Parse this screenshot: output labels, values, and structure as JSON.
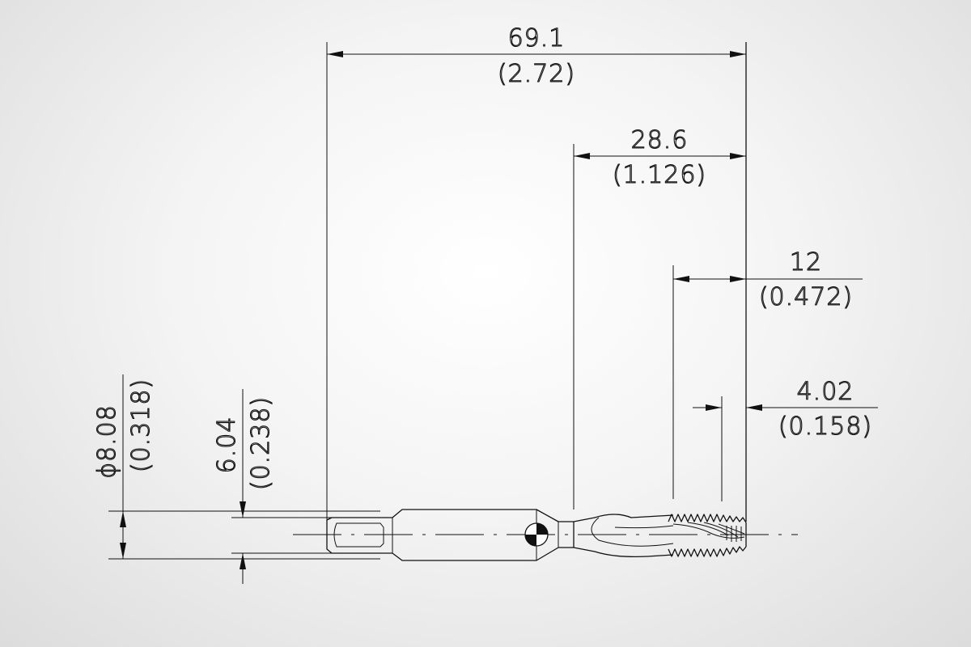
{
  "dimensions": {
    "overall_length": {
      "metric": "69.1",
      "imperial": "(2.72)"
    },
    "shank_to_tip": {
      "metric": "28.6",
      "imperial": "(1.126)"
    },
    "thread_length": {
      "metric": "12",
      "imperial": "(0.472)"
    },
    "chamfer_length": {
      "metric": "4.02",
      "imperial": "(0.158)"
    },
    "shank_diameter": {
      "metric": "ϕ8.08",
      "imperial": "(0.318)"
    },
    "square_size": {
      "metric": "6.04",
      "imperial": "(0.238)"
    }
  },
  "colors": {
    "line": "#111111",
    "background_center": "#ffffff",
    "background_edge": "#dcdcdc"
  }
}
